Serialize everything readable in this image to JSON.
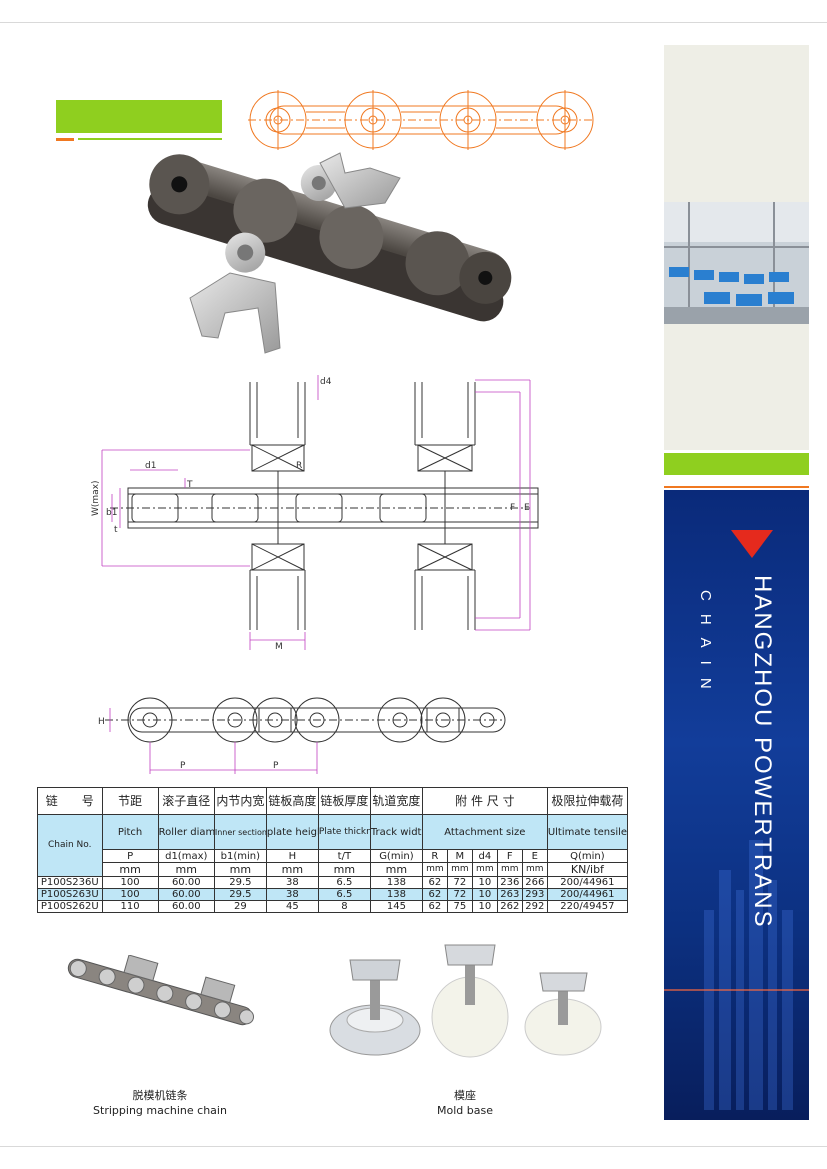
{
  "brand": {
    "title": "HANGZHOU POWERTRANS",
    "subtitle": "CHAIN"
  },
  "colors": {
    "accent_green": "#8fcf1f",
    "accent_orange": "#f07820",
    "panel_blue": "#123d9a",
    "table_highlight": "#bfe6f6",
    "drawing_magenta": "#c040c0"
  },
  "drawing_labels": {
    "d4": "d4",
    "R": "R",
    "d1": "d1",
    "T": "T",
    "W": "W(max)",
    "b1": "b1",
    "t": "t",
    "F": "F",
    "E": "E",
    "M": "M",
    "H": "H",
    "P1": "P",
    "P2": "P"
  },
  "table": {
    "cn_headers": [
      "链　　号",
      "节距",
      "滚子直径",
      "内节内宽",
      "链板高度",
      "链板厚度",
      "轨道宽度",
      "附 件 尺 寸",
      "极限拉伸载荷"
    ],
    "en_headers": [
      "Chain No.",
      "Pitch",
      "Roller diameter",
      "Inner section width",
      "plate height",
      "Plate thickness",
      "Track width",
      "Attachment size",
      "Ultimate tensile load"
    ],
    "symbols": [
      "P",
      "d1(max)",
      "b1(min)",
      "H",
      "t/T",
      "G(min)",
      "R",
      "M",
      "d4",
      "F",
      "E",
      "Q(min)"
    ],
    "units": [
      "mm",
      "mm",
      "mm",
      "mm",
      "mm",
      "mm",
      "mm",
      "mm",
      "mm",
      "mm",
      "mm",
      "KN/ibf"
    ],
    "rows": [
      [
        "P100S236U",
        "100",
        "60.00",
        "29.5",
        "38",
        "6.5",
        "138",
        "62",
        "72",
        "10",
        "236",
        "266",
        "200/44961"
      ],
      [
        "P100S263U",
        "100",
        "60.00",
        "29.5",
        "38",
        "6.5",
        "138",
        "62",
        "72",
        "10",
        "263",
        "293",
        "200/44961"
      ],
      [
        "P100S262U",
        "110",
        "60.00",
        "29",
        "45",
        "8",
        "145",
        "62",
        "75",
        "10",
        "262",
        "292",
        "220/49457"
      ]
    ]
  },
  "captions": {
    "left_cn": "脱模机链条",
    "left_en": "Stripping machine chain",
    "right_cn": "模座",
    "right_en": "Mold base"
  }
}
